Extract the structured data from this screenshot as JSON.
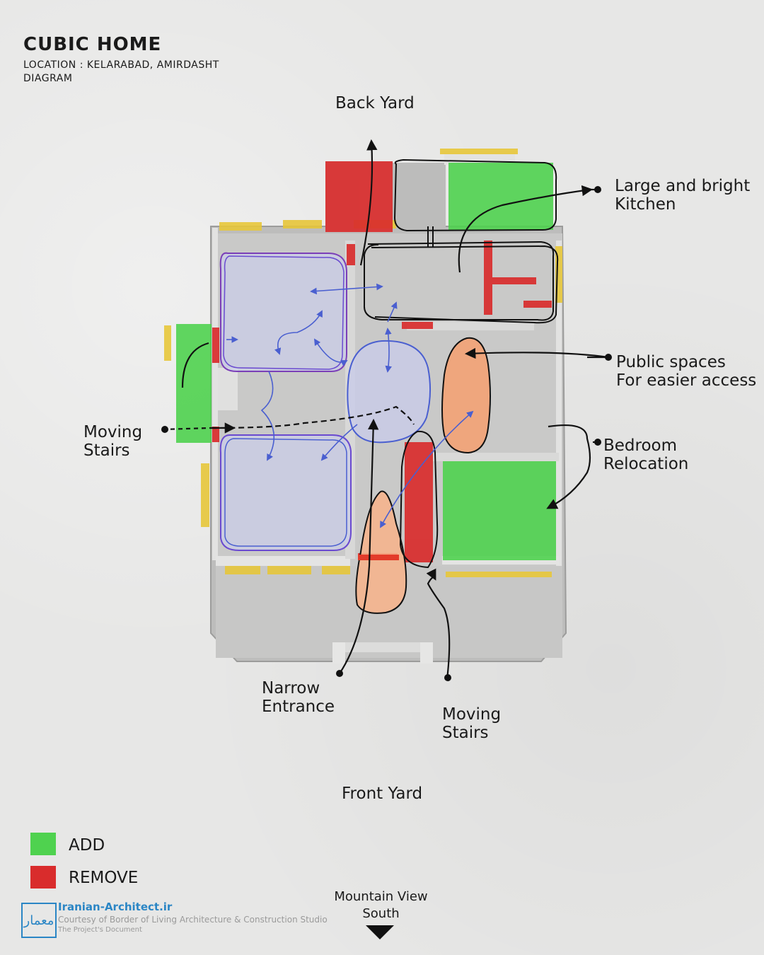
{
  "header": {
    "title": "CUBIC HOME",
    "location": "LOCATION : KELARABAD, AMIRDASHT",
    "subtitle": "DIAGRAM"
  },
  "labels": {
    "back_yard": "Back Yard",
    "kitchen_line1": "Large and bright",
    "kitchen_line2": "Kitchen",
    "public_line1": "Public spaces s",
    "public_line2": "For easier access",
    "bedroom_line1": "Bedroom",
    "bedroom_line2": "Relocation",
    "stairs_west_line1": "Moving",
    "stairs_west_line2": "Stairs",
    "entrance_line1": "Narrow",
    "entrance_line2": "Entrance",
    "stairs_south_line1": "Moving",
    "stairs_south_line2": "Stairs",
    "front_yard": "Front Yard"
  },
  "legend": {
    "add": "ADD",
    "remove": "REMOVE",
    "add_color": "#4fd24f",
    "remove_color": "#d92c2c"
  },
  "compass": {
    "line1": "Mountain View",
    "line2": "South"
  },
  "credits": {
    "site": "Iranian-Architect.ir",
    "courtesy": "Courtesy of Border of Living Architecture & Construction Studio",
    "document": "The Project's Document",
    "logo_icon": "memar-logo-icon"
  }
}
